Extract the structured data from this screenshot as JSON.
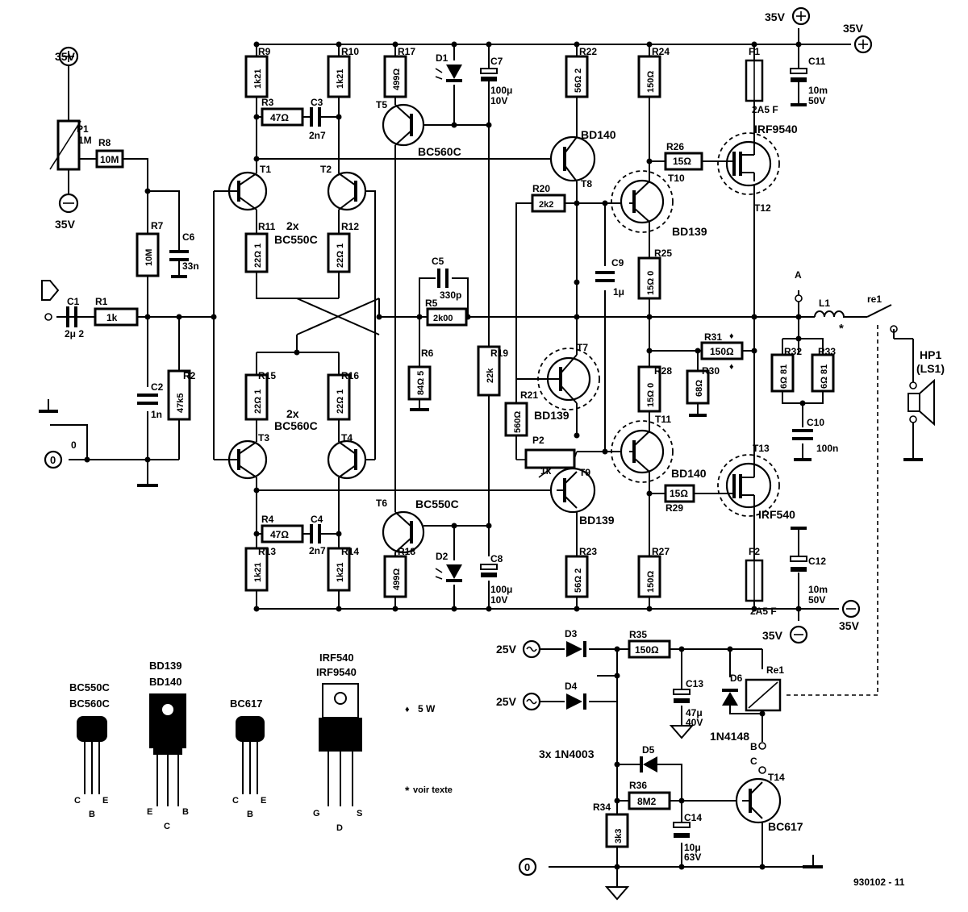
{
  "labels": {
    "p35_a": "35V",
    "p35_b": "35V",
    "p35_c": "35V",
    "n35_a": "35V",
    "n35_b": "35V",
    "n35_c": "35V",
    "p1": "P1",
    "p1_val": "1M",
    "r8": "R8",
    "r8_val": "10M",
    "r7": "R7",
    "r7_val": "10M",
    "c6": "C6",
    "c6_val": "33n",
    "c1": "C1",
    "c1_val": "2μ 2",
    "r1": "R1",
    "r1_val": "1k",
    "c2": "C2",
    "c2_val": "1n",
    "r2": "R2",
    "r2_val": "47k5",
    "gnd_zero": "0",
    "r9": "R9",
    "r9_val": "1k21",
    "r10": "R10",
    "r10_val": "1k21",
    "r3": "R3",
    "r3_val": "47Ω",
    "c3": "C3",
    "c3_val": "2n7",
    "t1": "T1",
    "t2": "T2",
    "r11": "R11",
    "r11_val": "22Ω 1",
    "r12": "R12",
    "r12_val": "22Ω 1",
    "pair_top_a": "2x",
    "pair_top_b": "BC550C",
    "r15": "R15",
    "r15_val": "22Ω 1",
    "r16": "R16",
    "r16_val": "22Ω 1",
    "pair_bot_a": "2x",
    "pair_bot_b": "BC560C",
    "t3": "T3",
    "t4": "T4",
    "r4": "R4",
    "r4_val": "47Ω",
    "c4": "C4",
    "c4_val": "2n7",
    "r13": "R13",
    "r13_val": "1k21",
    "r14": "R14",
    "r14_val": "1k21",
    "r17": "R17",
    "r17_val": "499Ω",
    "t5": "T5",
    "t5_type": "BC560C",
    "d1": "D1",
    "c7": "C7",
    "c7_val_a": "100μ",
    "c7_val_b": "10V",
    "c5": "C5",
    "c5_val": "330p",
    "r5": "R5",
    "r5_val": "2k00",
    "r6": "R6",
    "r6_val": "84Ω 5",
    "r19": "R19",
    "r19_val": "22k",
    "t6": "T6",
    "t6_type": "BC550C",
    "r18": "R18",
    "r18_val": "499Ω",
    "d2": "D2",
    "c8": "C8",
    "c8_val_a": "100μ",
    "c8_val_b": "10V",
    "r22": "R22",
    "r22_val": "56Ω 2",
    "t8_type": "BD140",
    "t8": "T8",
    "r20": "R20",
    "r20_val": "2k2",
    "c9": "C9",
    "c9_val": "1μ",
    "t7": "T7",
    "t7_type": "BD139",
    "r21": "R21",
    "r21_val": "560Ω",
    "p2": "P2",
    "p2_val": "1k",
    "t9": "T9",
    "t9_type": "BD139",
    "r23": "R23",
    "r23_val": "56Ω 2",
    "r24": "R24",
    "r24_val": "150Ω",
    "r26": "R26",
    "r26_val": "15Ω",
    "t10": "T10",
    "t10_type": "BD139",
    "r25": "R25",
    "r25_val": "15Ω 0",
    "r28": "R28",
    "r28_val": "15Ω 0",
    "r30": "R30",
    "r30_val": "68Ω",
    "t11": "T11",
    "t11_type": "BD140",
    "r29": "R29",
    "r29_val": "15Ω",
    "r27": "R27",
    "r27_val": "150Ω",
    "r31": "R31",
    "r31_val": "150Ω",
    "f1": "F1",
    "f1_val": "2A5 F",
    "t12_type": "IRF9540",
    "t12": "T12",
    "t13": "T13",
    "t13_type": "IRF540",
    "f2": "F2",
    "f2_val": "2A5 F",
    "c11": "C11",
    "c11_val_a": "10m",
    "c11_val_b": "50V",
    "c12": "C12",
    "c12_val_a": "10m",
    "c12_val_b": "50V",
    "node_a": "A",
    "l1": "L1",
    "star": "*",
    "re1_contact": "re1",
    "r32": "R32",
    "r32_val": "6Ω 81",
    "r33": "R33",
    "r33_val": "6Ω 81",
    "c10": "C10",
    "c10_val": "100n",
    "hp1": "HP1",
    "ls1": "(LS1)",
    "ac_a": "25V",
    "ac_b": "25V",
    "d3": "D3",
    "d4": "D4",
    "diodes": "3x  1N4003",
    "r35": "R35",
    "r35_val": "150Ω",
    "c13": "C13",
    "c13_val_a": "47μ",
    "c13_val_b": "40V",
    "d6": "D6",
    "d6_type": "1N4148",
    "re1_coil": "Re1",
    "d5": "D5",
    "r36": "R36",
    "r36_val": "8M2",
    "r34": "R34",
    "r34_val": "3k3",
    "c14": "C14",
    "c14_val_a": "10μ",
    "c14_val_b": "63V",
    "t14": "T14",
    "t14_type": "BC617",
    "pin_b": "B",
    "pin_c": "C",
    "pin_b_mark": "B",
    "pin_c_mark": "C",
    "figure_code": "930102 - 11"
  },
  "pinouts": {
    "small_signal_a": "BC550C",
    "small_signal_b": "BC560C",
    "ss_c": "C",
    "ss_b": "B",
    "ss_e": "E",
    "driver_a": "BD139",
    "driver_b": "BD140",
    "drv_e": "E",
    "drv_c": "C",
    "drv_b": "B",
    "darlington": "BC617",
    "dl_c": "C",
    "dl_b": "B",
    "dl_e": "E",
    "mosfet_a": "IRF540",
    "mosfet_b": "IRF9540",
    "mos_g": "G",
    "mos_d": "D",
    "mos_s": "S"
  },
  "notes": {
    "power_mark": "♦",
    "power_note": "5 W",
    "footnote_mark": "*",
    "footnote": "voir texte"
  }
}
